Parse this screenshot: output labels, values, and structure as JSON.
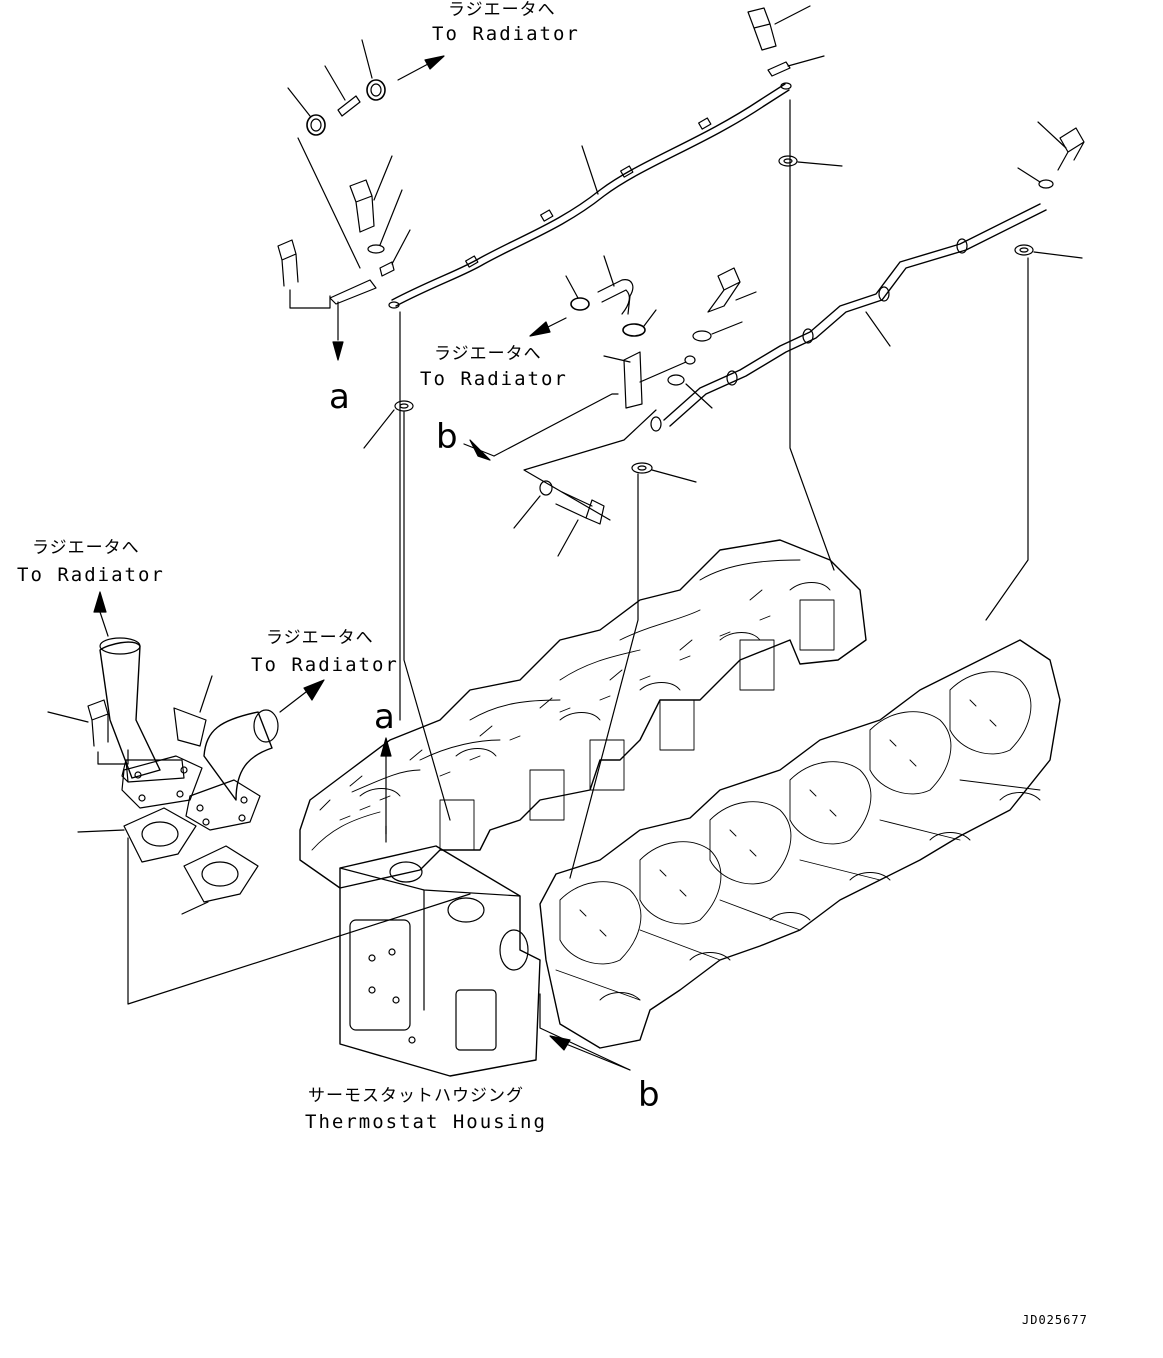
{
  "labels": {
    "to_radiator_jp": "ラジエータへ",
    "to_radiator_en": "To Radiator",
    "thermostat_housing_jp": "サーモスタットハウジング",
    "thermostat_housing_en": "Thermostat Housing",
    "ref_a": "a",
    "ref_b": "b",
    "drawing_code": "JD025677"
  },
  "colors": {
    "ink": "#000000",
    "paper": "#ffffff"
  }
}
